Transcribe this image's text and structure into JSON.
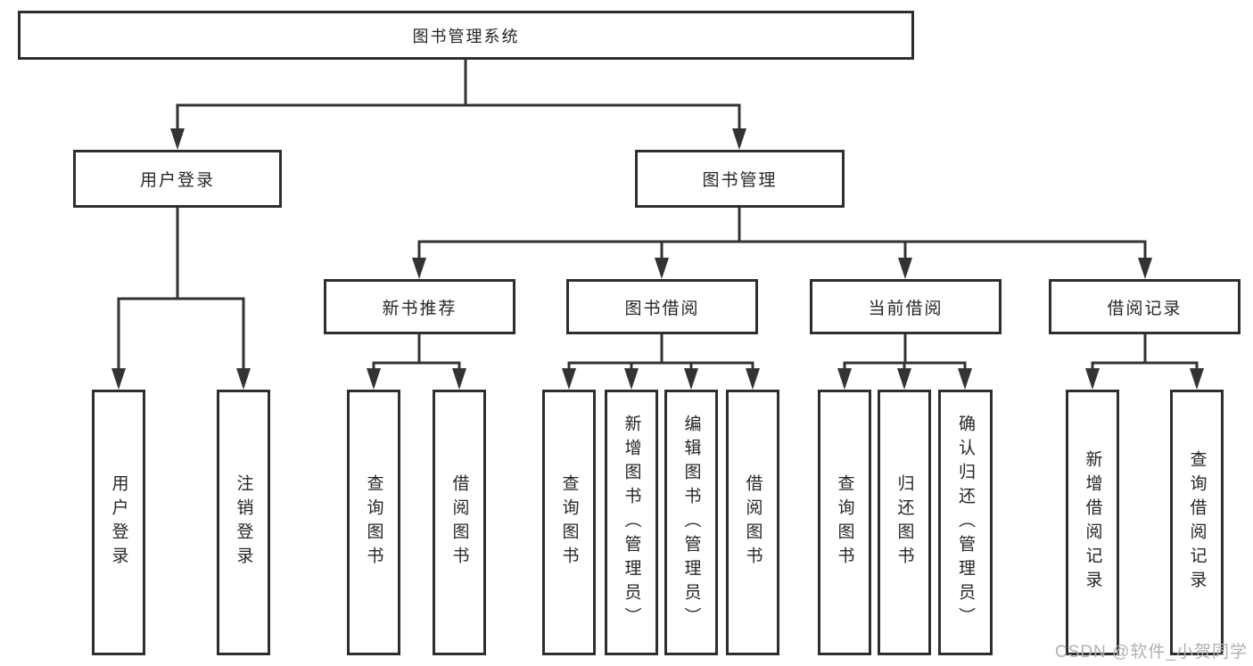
{
  "diagram": {
    "root": {
      "label": "图书管理系统"
    },
    "level2": [
      {
        "label": "用户登录"
      },
      {
        "label": "图书管理"
      }
    ],
    "level3": [
      {
        "label": "新书推荐",
        "parent": "图书管理"
      },
      {
        "label": "图书借阅",
        "parent": "图书管理"
      },
      {
        "label": "当前借阅",
        "parent": "图书管理"
      },
      {
        "label": "借阅记录",
        "parent": "图书管理"
      }
    ],
    "leaves": [
      {
        "label": "用户登录",
        "parent": "用户登录"
      },
      {
        "label": "注销登录",
        "parent": "用户登录"
      },
      {
        "label": "查询图书",
        "parent": "新书推荐"
      },
      {
        "label": "借阅图书",
        "parent": "新书推荐"
      },
      {
        "label": "查询图书",
        "parent": "图书借阅"
      },
      {
        "label": "新增图书（管理员）",
        "parent": "图书借阅"
      },
      {
        "label": "编辑图书（管理员）",
        "parent": "图书借阅"
      },
      {
        "label": "借阅图书",
        "parent": "图书借阅"
      },
      {
        "label": "查询图书",
        "parent": "当前借阅"
      },
      {
        "label": "归还图书",
        "parent": "当前借阅"
      },
      {
        "label": "确认归还（管理员）",
        "parent": "当前借阅"
      },
      {
        "label": "新增借阅记录",
        "parent": "借阅记录"
      },
      {
        "label": "查询借阅记录",
        "parent": "借阅记录"
      }
    ],
    "watermark": "CSDN @软件_小贺同学",
    "colors": {
      "background": "#ffffff",
      "line": "#333333",
      "box_border": "#2e2e2e",
      "text": "#262626",
      "watermark": "#b0b0b0"
    }
  }
}
